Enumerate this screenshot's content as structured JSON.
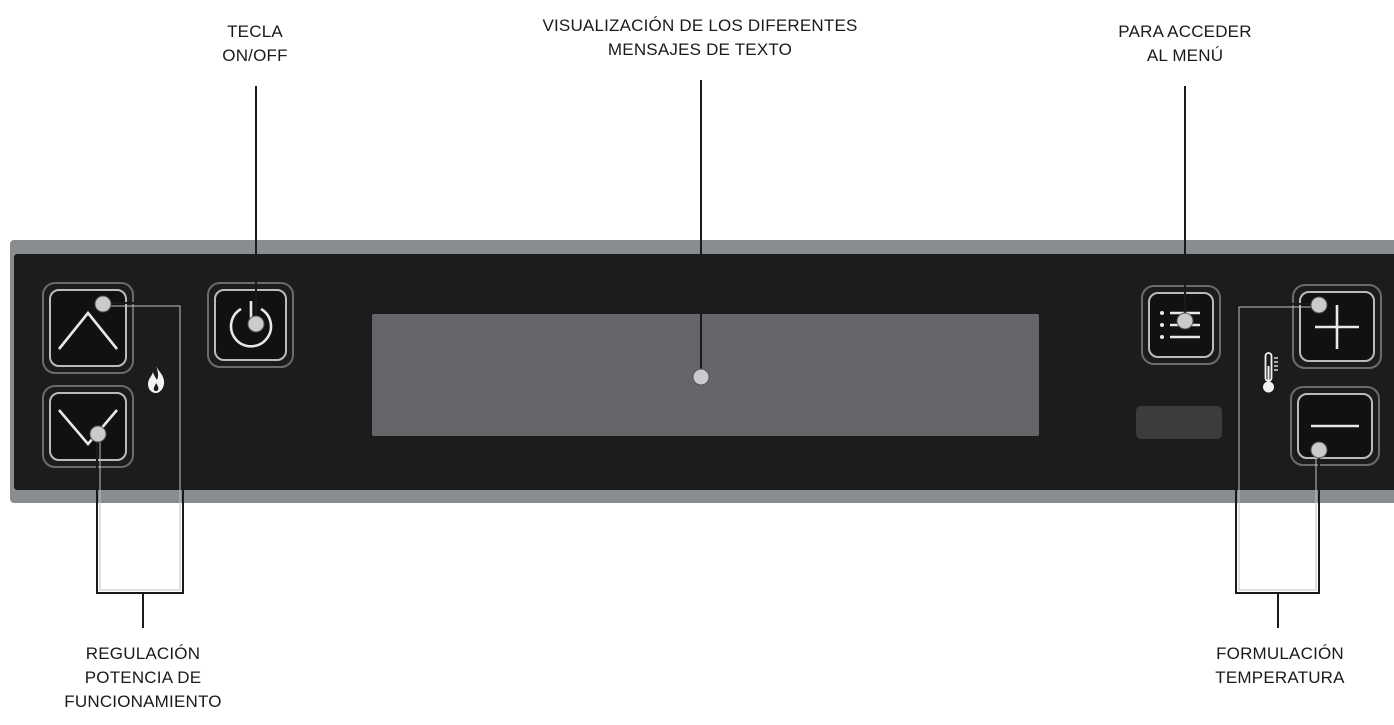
{
  "labels": {
    "on_off": [
      "TECLA",
      "ON/OFF"
    ],
    "display": [
      "VISUALIZACIÓN DE LOS DIFERENTES",
      "MENSAJES DE TEXTO"
    ],
    "menu": [
      "PARA ACCEDER",
      "AL MENÚ"
    ],
    "power_regulation": [
      "REGULACIÓN",
      "POTENCIA DE",
      "FUNCIONAMIENTO"
    ],
    "temperature": [
      "FORMULACIÓN",
      "TEMPERATURA"
    ]
  },
  "icons": {
    "power_up": "chevron-up-icon",
    "power_down": "chevron-down-icon",
    "on_off": "power-icon",
    "menu": "menu-list-icon",
    "temp_up": "plus-icon",
    "temp_down": "minus-icon",
    "flame": "flame-icon",
    "thermometer": "thermometer-icon"
  },
  "colors": {
    "panel_face": "#1c1c1d",
    "panel_frame": "#8a8d90",
    "display_screen": "#646669",
    "leader_line": "#1a1a1a",
    "callout_dot": "#c9cbcd"
  }
}
